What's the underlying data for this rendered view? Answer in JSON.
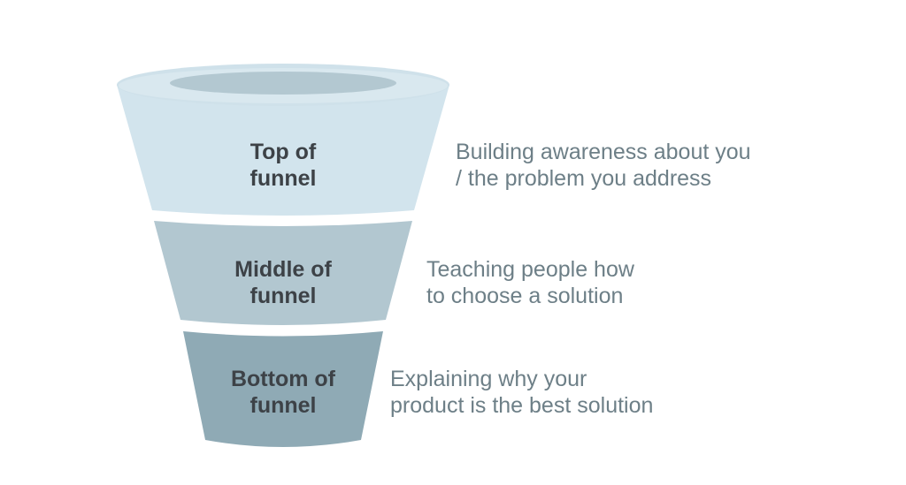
{
  "colors": {
    "rim_outer": "#cfe1ea",
    "rim_inner": "#b3c8d1",
    "top_stage": "#d2e4ed",
    "middle_stage": "#b2c7d0",
    "bottom_stage": "#8faab5",
    "title_text": "#3d4247",
    "desc_text": "#6d7f87"
  },
  "stages": [
    {
      "id": "top",
      "title_lines": [
        "Top of",
        "funnel"
      ],
      "desc_lines": [
        "Building awareness about you",
        "/ the problem you address"
      ]
    },
    {
      "id": "middle",
      "title_lines": [
        "Middle of",
        "funnel"
      ],
      "desc_lines": [
        "Teaching people how",
        "to choose a solution"
      ]
    },
    {
      "id": "bottom",
      "title_lines": [
        "Bottom of",
        "funnel"
      ],
      "desc_lines": [
        "Explaining why your",
        "product is the best solution"
      ]
    }
  ]
}
